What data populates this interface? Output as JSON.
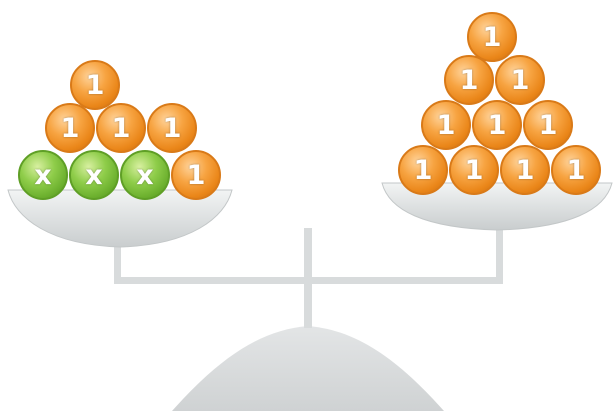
{
  "colors": {
    "one": "#f39a31",
    "variable": "#7fc13c",
    "scale": "#d9dbdc"
  },
  "left_pan": {
    "rows": [
      [
        "1"
      ],
      [
        "1",
        "1",
        "1"
      ],
      [
        "x",
        "x",
        "x",
        "1"
      ]
    ]
  },
  "right_pan": {
    "rows": [
      [
        "1"
      ],
      [
        "1",
        "1"
      ],
      [
        "1",
        "1",
        "1"
      ],
      [
        "1",
        "1",
        "1",
        "1"
      ]
    ]
  }
}
